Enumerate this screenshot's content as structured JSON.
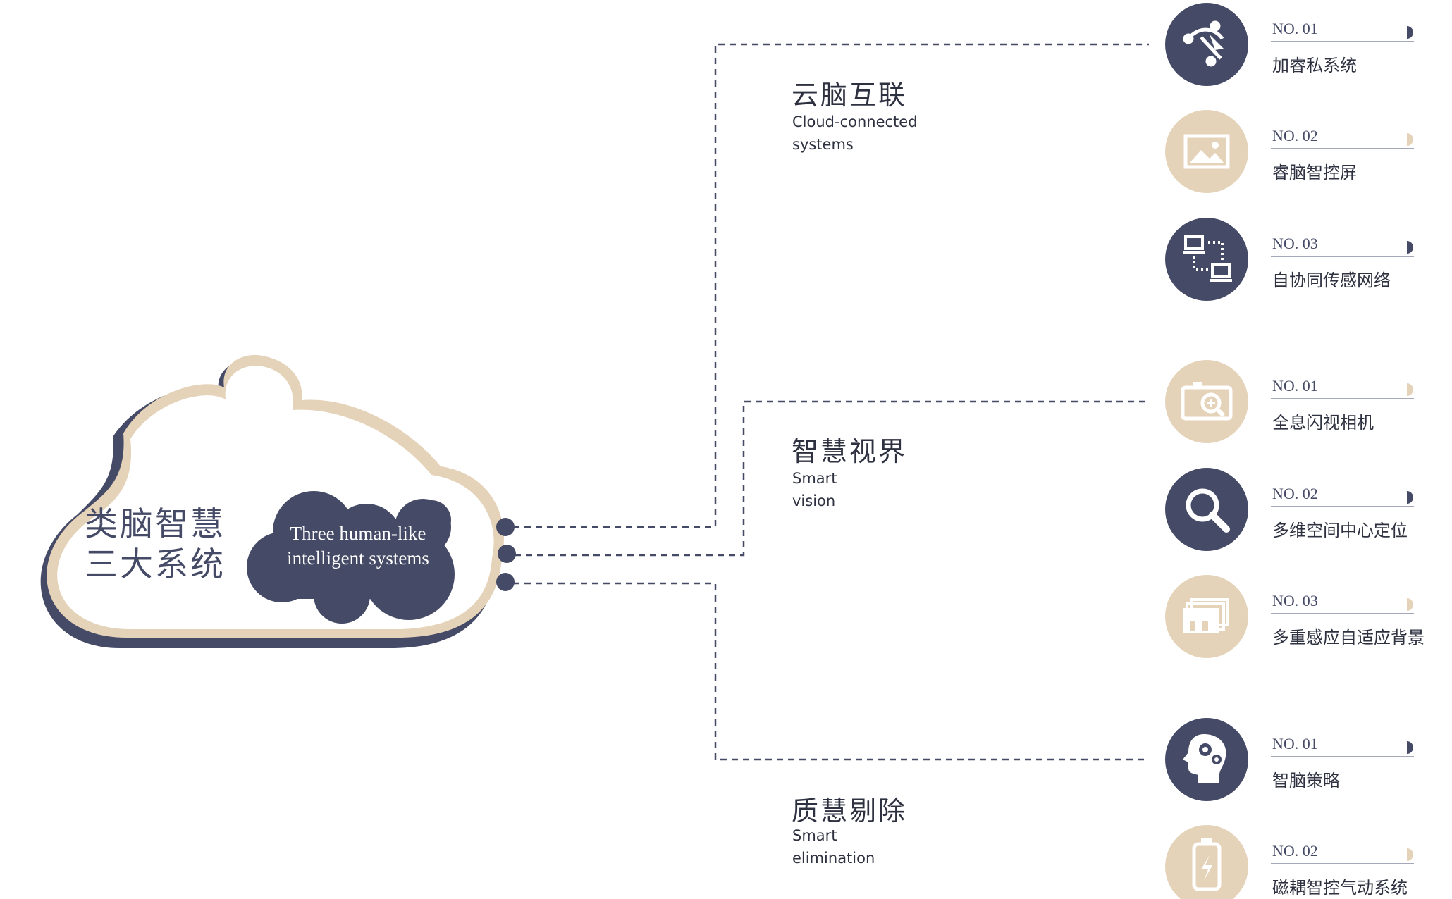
{
  "colors": {
    "navy": "#454a66",
    "beige": "#e5d3b9",
    "shadow": "#8a8da4",
    "dash": "#454a66"
  },
  "cloud": {
    "title": "类脑智慧\n三大系统",
    "subtitle": "Three human-like\nintelligent systems"
  },
  "sections": [
    {
      "title": "云脑互联",
      "subtitle": "Cloud-connected\nsystems",
      "items": [
        {
          "no": "NO. 01",
          "label": "加睿私系统",
          "icon": "vector-path-icon",
          "color": "navy"
        },
        {
          "no": "NO. 02",
          "label": "睿脑智控屏",
          "icon": "image-icon",
          "color": "beige"
        },
        {
          "no": "NO. 03",
          "label": "自协同传感网络",
          "icon": "network-icon",
          "color": "navy"
        }
      ]
    },
    {
      "title": "智慧视界",
      "subtitle": "Smart\nvision",
      "items": [
        {
          "no": "NO. 01",
          "label": "全息闪视相机",
          "icon": "camera-zoom-icon",
          "color": "beige"
        },
        {
          "no": "NO. 02",
          "label": "多维空间中心定位",
          "icon": "search-icon",
          "color": "navy"
        },
        {
          "no": "NO. 03",
          "label": "多重感应自适应背景",
          "icon": "layers-icon",
          "color": "beige"
        }
      ]
    },
    {
      "title": "质慧剔除",
      "subtitle": "Smart\nelimination",
      "items": [
        {
          "no": "NO. 01",
          "label": "智脑策略",
          "icon": "brain-gears-icon",
          "color": "navy"
        },
        {
          "no": "NO. 02",
          "label": "磁耦智控气动系统",
          "icon": "battery-bolt-icon",
          "color": "beige"
        }
      ]
    }
  ]
}
